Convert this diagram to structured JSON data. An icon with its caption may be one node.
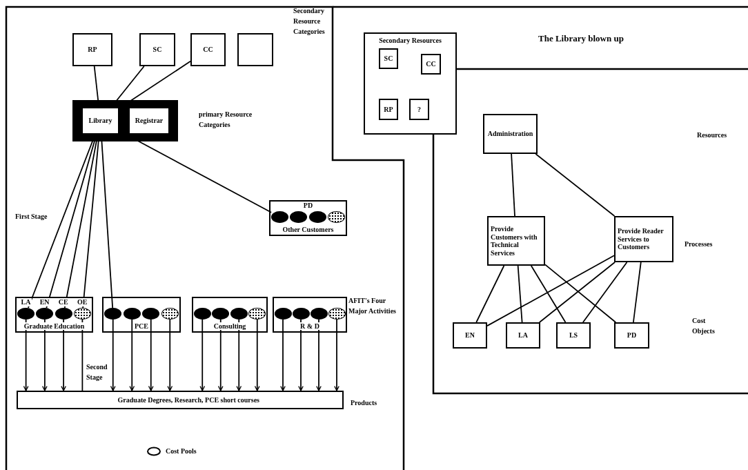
{
  "diagram": {
    "title": "The Library blown up",
    "nodes": [
      {
        "text": [
          "RP"
        ]
      },
      {
        "text": [
          "SC"
        ]
      },
      {
        "text": [
          "CC"
        ]
      },
      {
        "text": [],
        "shape": "box"
      },
      {
        "text": [
          "Library"
        ]
      },
      {
        "text": [
          "Registrar"
        ]
      },
      {
        "text": [
          "PD",
          "Other Customers"
        ]
      },
      {
        "text": [],
        "shape": "ellipse",
        "in": 6
      },
      {
        "text": [],
        "shape": "ellipse",
        "in": 6
      },
      {
        "text": [],
        "shape": "ellipse",
        "in": 6
      },
      {
        "text": [],
        "shape": "dotted-ellipse",
        "in": 6
      },
      {
        "text": [
          "LA",
          "EN",
          "CE",
          "OE",
          "Graduate Education"
        ]
      },
      {
        "text": [],
        "shape": "ellipse",
        "in": 11
      },
      {
        "text": [],
        "shape": "ellipse",
        "in": 11
      },
      {
        "text": [],
        "shape": "ellipse",
        "in": 11
      },
      {
        "text": [],
        "shape": "dotted-ellipse",
        "in": 11
      },
      {
        "text": [
          "PCE"
        ]
      },
      {
        "text": [],
        "shape": "ellipse",
        "in": 16
      },
      {
        "text": [],
        "shape": "ellipse",
        "in": 16
      },
      {
        "text": [],
        "shape": "ellipse",
        "in": 16
      },
      {
        "text": [],
        "shape": "dotted-ellipse",
        "in": 16
      },
      {
        "text": [
          "Consulting"
        ]
      },
      {
        "text": [],
        "shape": "ellipse",
        "in": 21
      },
      {
        "text": [],
        "shape": "ellipse",
        "in": 21
      },
      {
        "text": [],
        "shape": "ellipse",
        "in": 21
      },
      {
        "text": [],
        "shape": "dotted-ellipse",
        "in": 21
      },
      {
        "text": [
          "R & D"
        ]
      },
      {
        "text": [],
        "shape": "ellipse",
        "in": 26
      },
      {
        "text": [],
        "shape": "ellipse",
        "in": 26
      },
      {
        "text": [],
        "shape": "ellipse",
        "in": 26
      },
      {
        "text": [],
        "shape": "dotted-ellipse",
        "in": 26
      },
      {
        "text": [
          "Graduate Degrees, Research, PCE short courses"
        ]
      },
      {
        "text": [
          "Secondary Resources"
        ]
      },
      {
        "text": [
          "SC"
        ],
        "in": 32
      },
      {
        "text": [
          "CC"
        ],
        "in": 32
      },
      {
        "text": [
          "RP"
        ],
        "in": 32
      },
      {
        "text": [
          "?"
        ],
        "in": 32
      },
      {
        "text": [
          "Administration"
        ]
      },
      {
        "text": [
          "Provide Customers with Technical Services"
        ]
      },
      {
        "text": [
          "Provide Reader Services to Customers"
        ]
      },
      {
        "text": [
          "EN"
        ]
      },
      {
        "text": [
          "LA"
        ]
      },
      {
        "text": [
          "LS"
        ]
      },
      {
        "text": [
          "PD"
        ]
      }
    ],
    "edges": [
      {
        "from": 0,
        "to": 4,
        "arrow": "none"
      },
      {
        "from": 1,
        "to": 4,
        "arrow": "none"
      },
      {
        "from": 2,
        "to": 4,
        "arrow": "none"
      },
      {
        "from": 4,
        "to": 12,
        "arrow": "none"
      },
      {
        "from": 4,
        "to": 13,
        "arrow": "none"
      },
      {
        "from": 4,
        "to": 14,
        "arrow": "none"
      },
      {
        "from": 4,
        "to": 15,
        "arrow": "none"
      },
      {
        "from": 4,
        "to": 17,
        "arrow": "none"
      },
      {
        "from": 4,
        "to": 7,
        "arrow": "none"
      },
      {
        "from": 12,
        "to": 31,
        "arrow": "to"
      },
      {
        "from": 13,
        "to": 31,
        "arrow": "to"
      },
      {
        "from": 14,
        "to": 31,
        "arrow": "to"
      },
      {
        "from": 15,
        "to": 31,
        "arrow": "none"
      },
      {
        "from": 17,
        "to": 31,
        "arrow": "to"
      },
      {
        "from": 18,
        "to": 31,
        "arrow": "to"
      },
      {
        "from": 19,
        "to": 31,
        "arrow": "to"
      },
      {
        "from": 20,
        "to": 31,
        "arrow": "to"
      },
      {
        "from": 22,
        "to": 31,
        "arrow": "to"
      },
      {
        "from": 23,
        "to": 31,
        "arrow": "to"
      },
      {
        "from": 24,
        "to": 31,
        "arrow": "to"
      },
      {
        "from": 25,
        "to": 31,
        "arrow": "to"
      },
      {
        "from": 27,
        "to": 31,
        "arrow": "to"
      },
      {
        "from": 28,
        "to": 31,
        "arrow": "to"
      },
      {
        "from": 29,
        "to": 31,
        "arrow": "to"
      },
      {
        "from": 30,
        "to": 31,
        "arrow": "to"
      },
      {
        "from": 37,
        "to": 38,
        "arrow": "none"
      },
      {
        "from": 37,
        "to": 39,
        "arrow": "none"
      },
      {
        "from": 38,
        "to": 40,
        "arrow": "none"
      },
      {
        "from": 38,
        "to": 41,
        "arrow": "none"
      },
      {
        "from": 38,
        "to": 42,
        "arrow": "none"
      },
      {
        "from": 38,
        "to": 43,
        "arrow": "none"
      },
      {
        "from": 39,
        "to": 40,
        "arrow": "none"
      },
      {
        "from": 39,
        "to": 41,
        "arrow": "none"
      },
      {
        "from": 39,
        "to": 42,
        "arrow": "none"
      },
      {
        "from": 39,
        "to": 43,
        "arrow": "none"
      }
    ],
    "labels": [
      "Secondary Resource Categories",
      "primary Resource Categories",
      "First Stage",
      "AFIT's Four Major Activities",
      "Second Stage",
      "Products",
      "Resources",
      "Processes",
      "Cost Objects"
    ],
    "legend": [
      {
        "text": "Cost Pools"
      }
    ]
  }
}
